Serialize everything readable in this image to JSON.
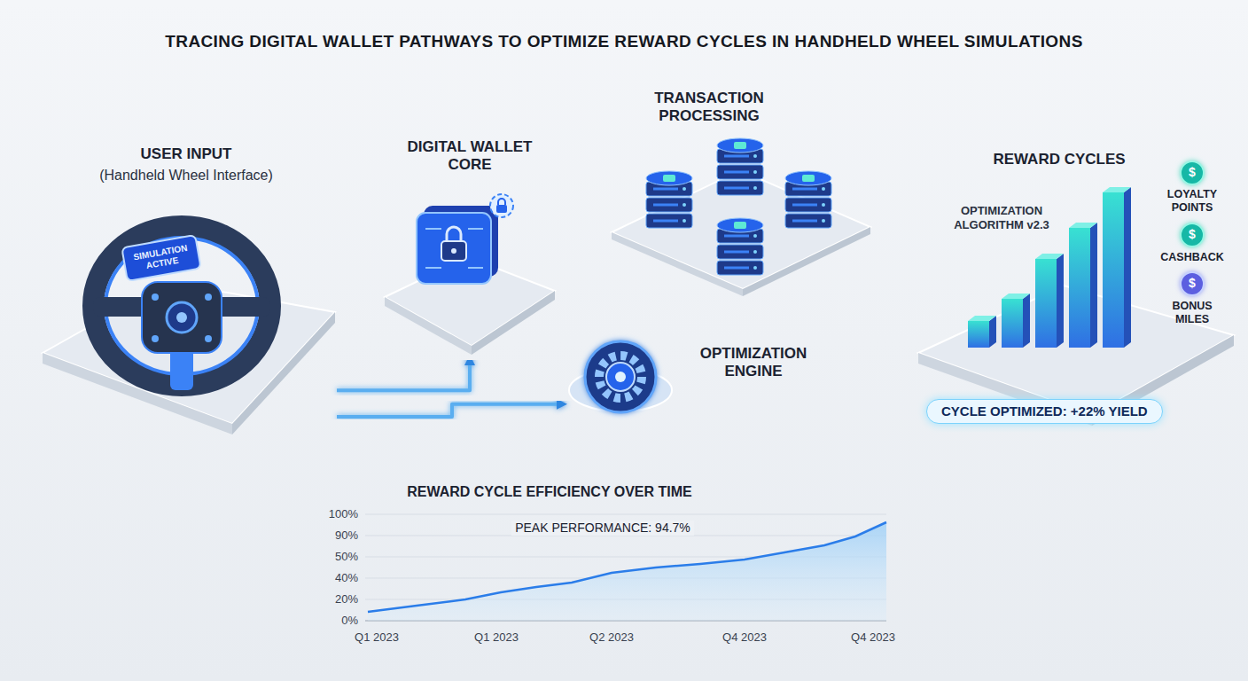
{
  "diagram": {
    "title": "TRACING DIGITAL WALLET PATHWAYS TO OPTIMIZE REWARD CYCLES IN HANDHELD WHEEL SIMULATIONS",
    "nodes": [
      {
        "text": [
          "USER INPUT",
          "(Handheld Wheel Interface)"
        ]
      },
      {
        "text": [
          "DIGITAL WALLET CORE"
        ]
      },
      {
        "text": [
          "TRANSACTION PROCESSING"
        ]
      },
      {
        "text": [
          "OPTIMIZATION ENGINE"
        ]
      },
      {
        "text": [
          "REWARD CYCLES",
          "OPTIMIZATION ALGORITHM v2.3"
        ]
      },
      {
        "text": [
          "CYCLE OPTIMIZED: +22% YIELD"
        ],
        "in": 4
      }
    ],
    "edges": [
      {
        "from": 0,
        "to": 1,
        "arrow": "to"
      },
      {
        "from": 0,
        "to": 3,
        "arrow": "to"
      },
      {
        "from": 1,
        "to": 2,
        "arrow": "to"
      },
      {
        "from": 3,
        "to": 2,
        "arrow": "to"
      },
      {
        "from": 3,
        "to": 4,
        "arrow": "to"
      },
      {
        "from": 4,
        "to": 2,
        "arrow": "to"
      }
    ],
    "labels": [
      "SIMULATION ACTIVE",
      "$",
      "LOYALTY POINTS",
      "$",
      "CASHBACK",
      "$",
      "BONUS MILES",
      "REWARD CYCLE EFFICIENCY OVER TIME",
      "PEAK PERFORMANCE: 94.7%",
      "100%",
      "90%",
      "50%",
      "40%",
      "20%",
      "0%",
      "Q1 2023",
      "Q1 2023",
      "Q2 2023",
      "Q4 2023",
      "Q4 2023"
    ]
  }
}
